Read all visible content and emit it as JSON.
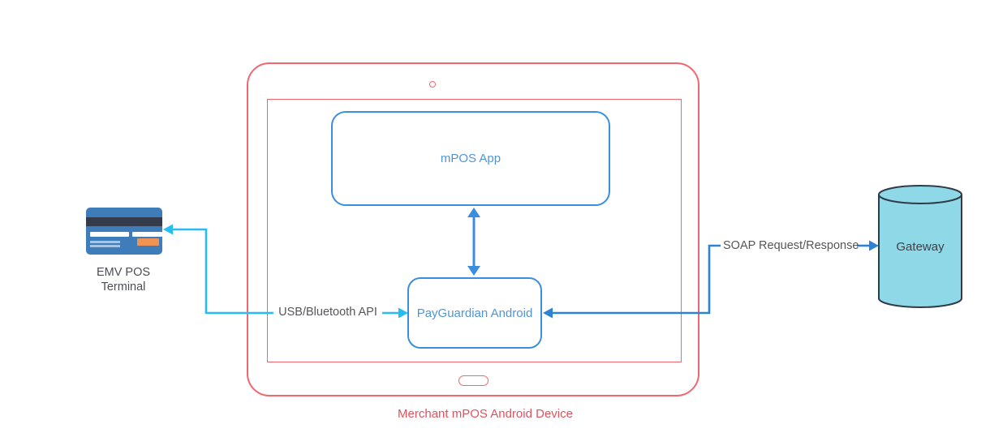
{
  "diagram": {
    "device": {
      "caption": "Merchant mPOS Android Device"
    },
    "nodes": {
      "mpos_app": {
        "label": "mPOS App"
      },
      "payguardian": {
        "label": "PayGuardian Android"
      },
      "gateway": {
        "label": "Gateway"
      },
      "emv_terminal": {
        "label_line1": "EMV POS",
        "label_line2": "Terminal"
      }
    },
    "edges": {
      "usb_bluetooth": {
        "label": "USB/Bluetooth API"
      },
      "soap": {
        "label": "SOAP Request/Response"
      }
    },
    "colors": {
      "device_outline": "#f1666f",
      "device_label": "#e0525c",
      "node_stroke": "#3b8ede",
      "node_text": "#4f96d8",
      "cyan_arrow": "#27bdf3",
      "blue_line": "#2e82d3",
      "edge_text": "#54565a",
      "gateway_fill": "#8ed8e8",
      "gateway_stroke": "#2f3b47",
      "gateway_text": "#3d4248",
      "terminal_text": "#4a4d52",
      "card_blue": "#3f7cba",
      "card_dark": "#343b4a",
      "card_orange": "#f09355",
      "card_faint": "#a8c4e5"
    }
  }
}
